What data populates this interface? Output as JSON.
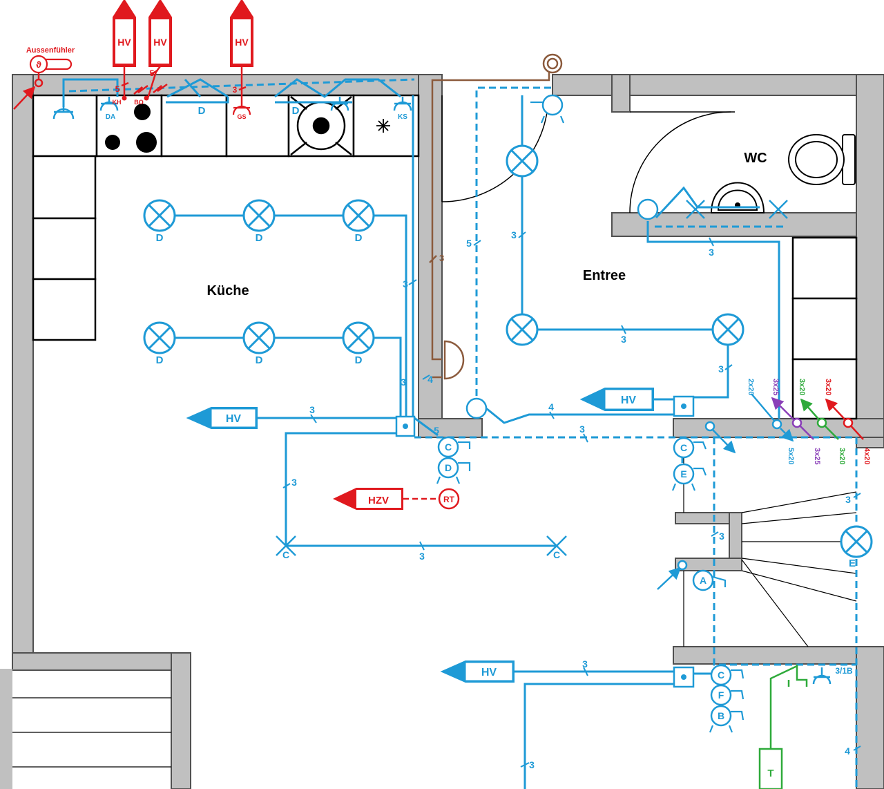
{
  "colors": {
    "wall": "#c0c0c0",
    "wall_edge": "#505050",
    "blue": "#1e9ad6",
    "red": "#e0191e",
    "brown": "#8b5a3c",
    "green": "#2eaa3a",
    "purple": "#8a3fb8",
    "black": "#000000"
  },
  "rooms": {
    "kitchen": "Küche",
    "entree": "Entree",
    "wc": "WC"
  },
  "sensor": {
    "outdoor": "Aussenfühler",
    "theta": "ϑ"
  },
  "heating": {
    "hv": "HV",
    "hzv": "HZV",
    "rt": "RT"
  },
  "appliances": {
    "da": "DA",
    "kh": "KH",
    "bo": "BO",
    "gs": "GS",
    "ks": "KS"
  },
  "switches": {
    "a": "A",
    "b": "B",
    "c": "C",
    "d": "D",
    "e": "E",
    "f": "F"
  },
  "lights": {
    "d": "D",
    "c": "C",
    "e": "E"
  },
  "wire_counts": {
    "three": "3",
    "four": "4",
    "five": "5",
    "three_1b": "3/1B"
  },
  "cables": {
    "c2x20": "2x20",
    "c3x25": "3x25",
    "c3x20": "3x20",
    "c4x20": "4x20",
    "c5x20": "5x20"
  },
  "transformer": "T"
}
